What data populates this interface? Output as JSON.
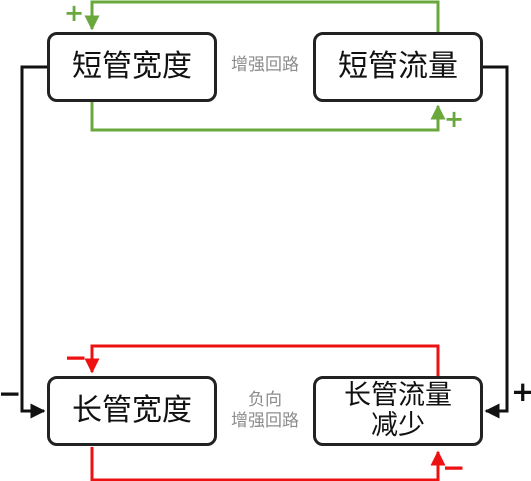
{
  "nodes": {
    "short_width": "短管宽度",
    "short_flow": "短管流量",
    "long_width": "长管宽度",
    "long_flow": "长管流量减少"
  },
  "loops": {
    "top": {
      "label": "增强回路",
      "color": "#6aa83e",
      "sign_in": "+",
      "sign_out": "+"
    },
    "bottom": {
      "label_line1": "负向",
      "label_line2": "增强回路",
      "color": "#ee1111",
      "sign_in": "−",
      "sign_out": "−"
    }
  },
  "cross_links": {
    "color": "#111111",
    "left_sign": "−",
    "right_sign": "+"
  }
}
